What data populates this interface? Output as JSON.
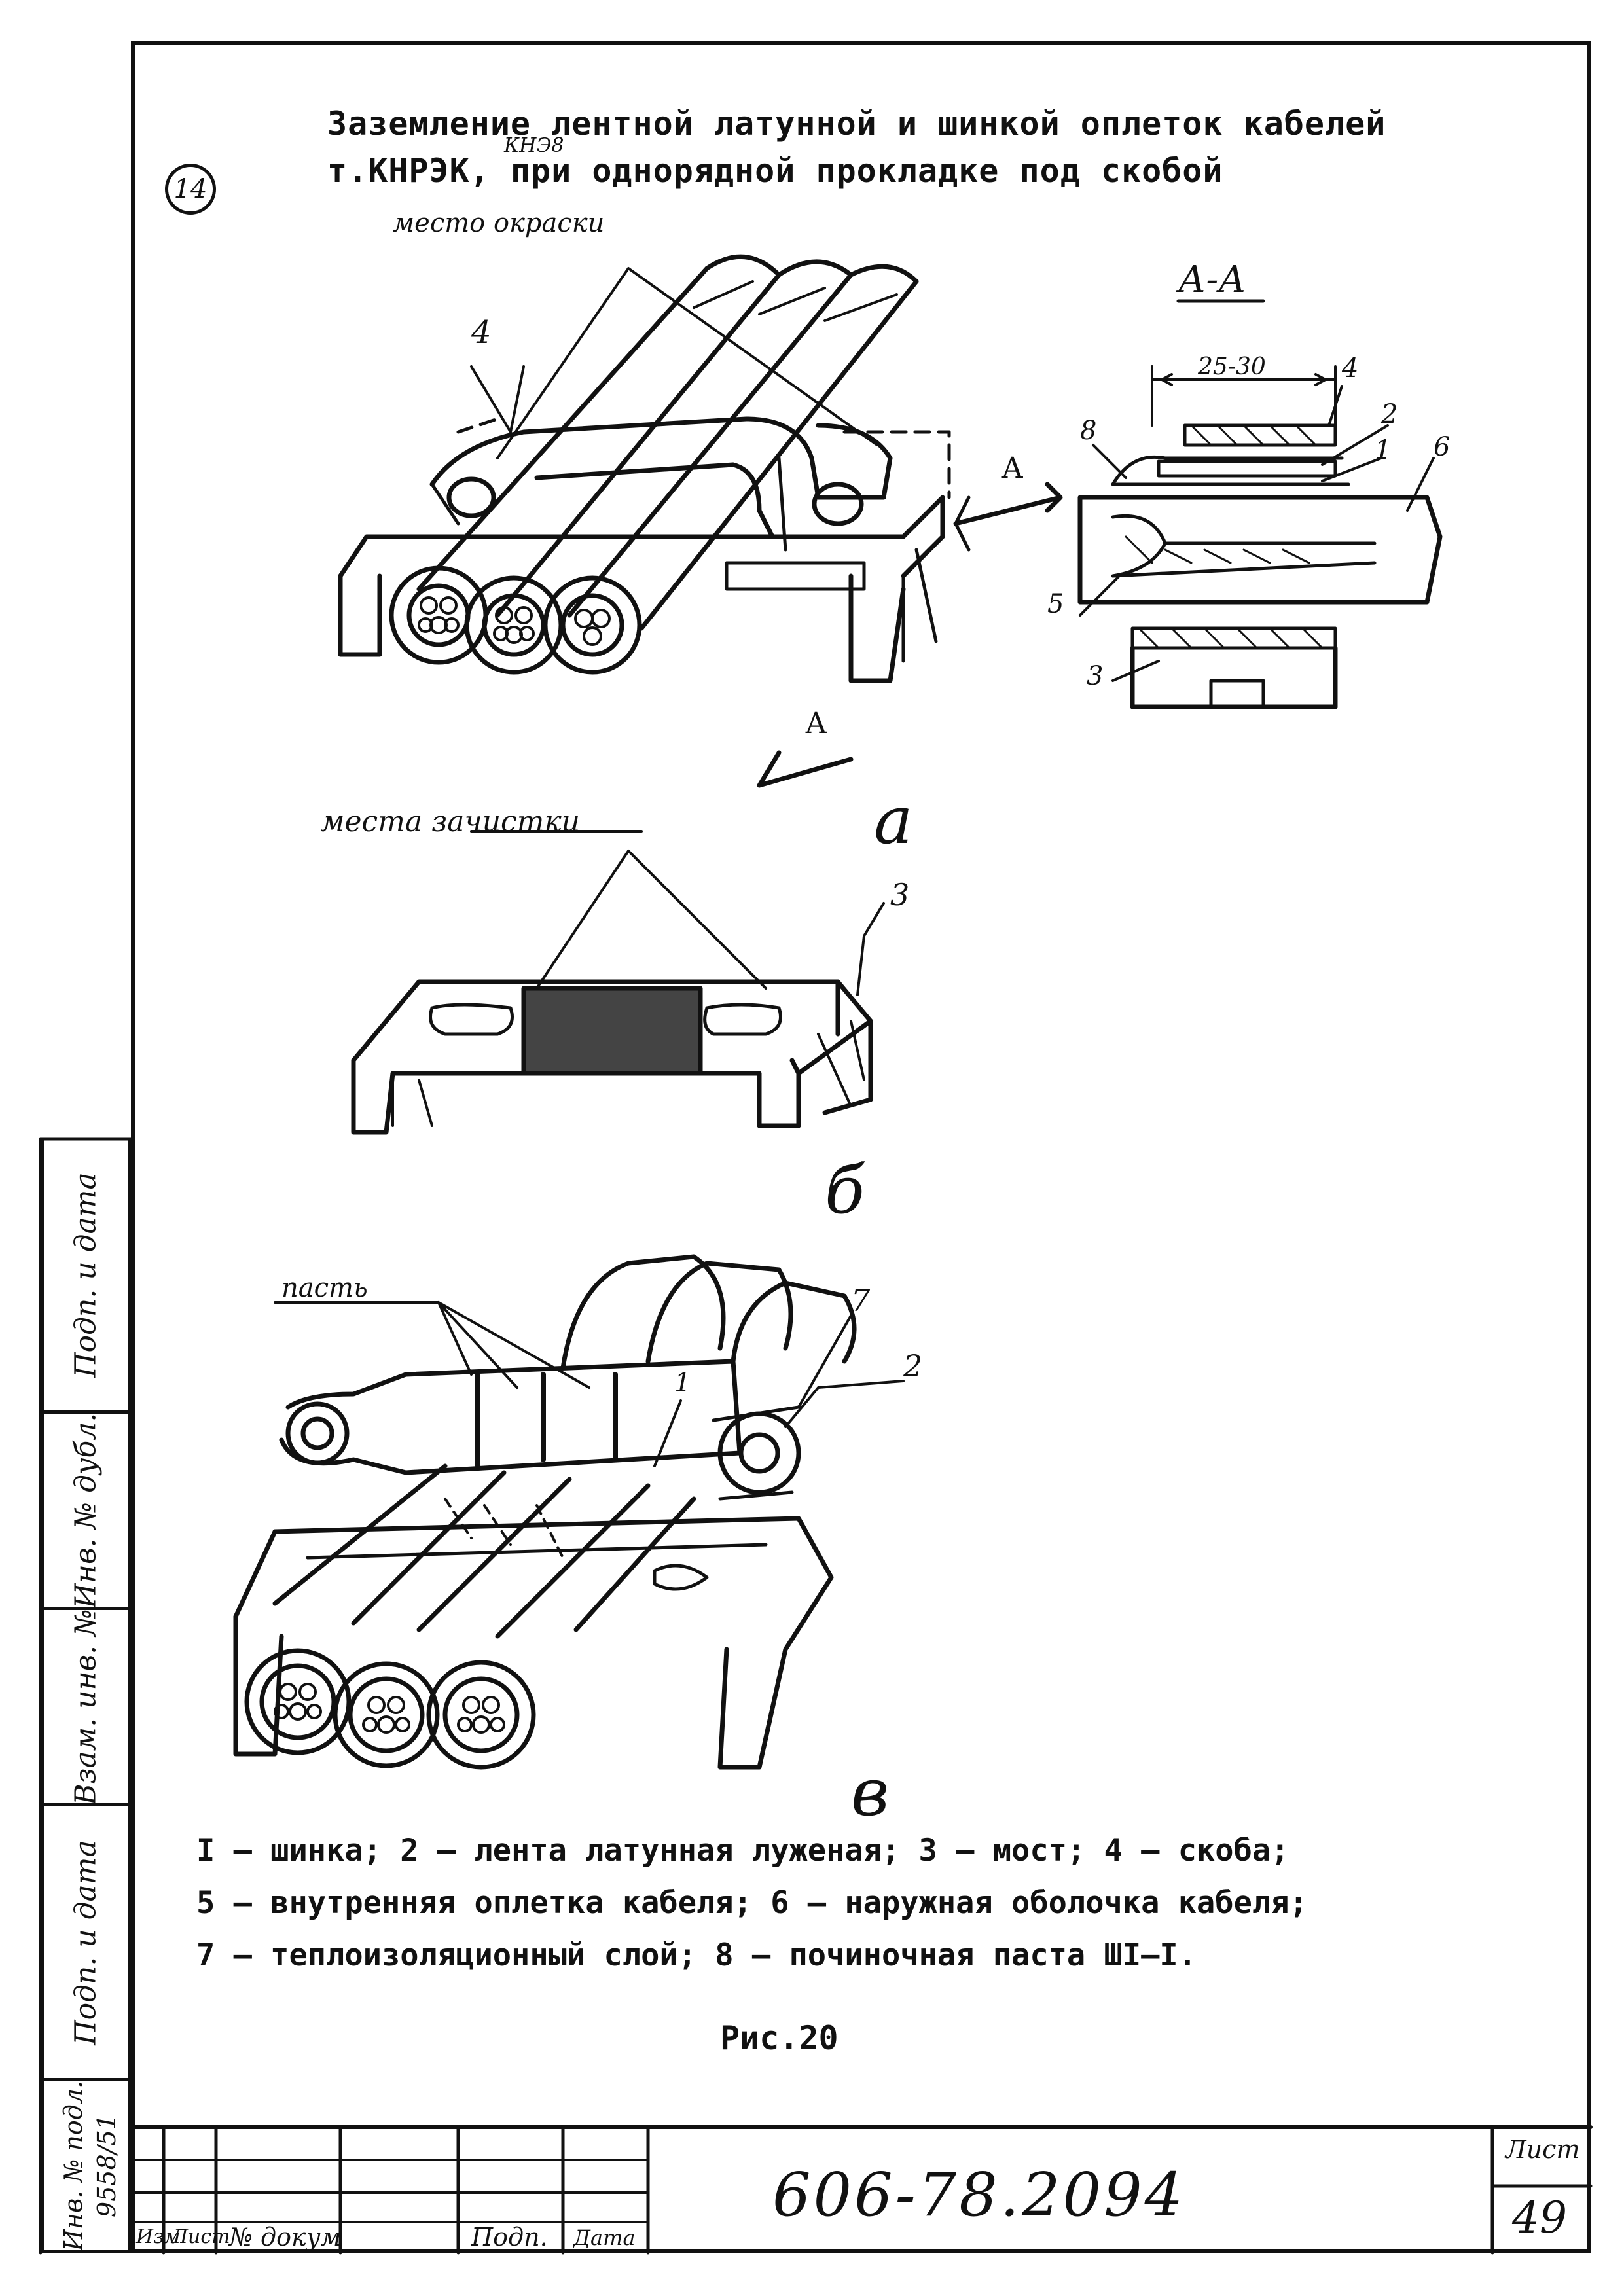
{
  "circle_mark": "14",
  "title": {
    "line1": "Заземление лентной латунной и шинкой оплеток кабелей",
    "line2": "т.КНРЭК, при однорядной прокладке под скобой",
    "insert": "КНЭ8"
  },
  "figure_a": {
    "paint_label": "место окраски",
    "section_arrow": "А",
    "section_arrow_bottom": "А",
    "letter": "а",
    "callout_4": "4"
  },
  "section_aa": {
    "title": "А-А",
    "dimension": "25-30",
    "callouts": [
      "4",
      "2",
      "1",
      "8",
      "6",
      "5",
      "3"
    ]
  },
  "figure_b": {
    "label": "места зачистки",
    "callout_3": "3",
    "letter": "б"
  },
  "figure_v": {
    "label": "пасть",
    "callouts": [
      "7",
      "2",
      "1"
    ],
    "letter": "в"
  },
  "legend": {
    "line1": "I – шинка; 2 – лента латунная луженая; 3 – мост; 4 – скоба;",
    "line2": "5 – внутренняя оплетка кабеля; 6 – наружная оболочка кабеля;",
    "line3": "7 – теплоизоляционный слой; 8 – починочная паста ШI–I."
  },
  "caption": "Рис.20",
  "side_stamp": {
    "field1": "Подп. и дата",
    "field2": "Инв. № дубл.",
    "field3": "Взам. инв. №",
    "field4": "Подп. и дата",
    "field5": "Инв. № подл.",
    "inv_number": "9558/51"
  },
  "title_block": {
    "col_izm": "Изм",
    "col_list": "Лист",
    "col_doc": "№ докум",
    "col_podp": "Подп.",
    "col_data": "Дата",
    "doc_number": "606-78.2094",
    "sheet_label": "Лист",
    "sheet_number": "49"
  }
}
